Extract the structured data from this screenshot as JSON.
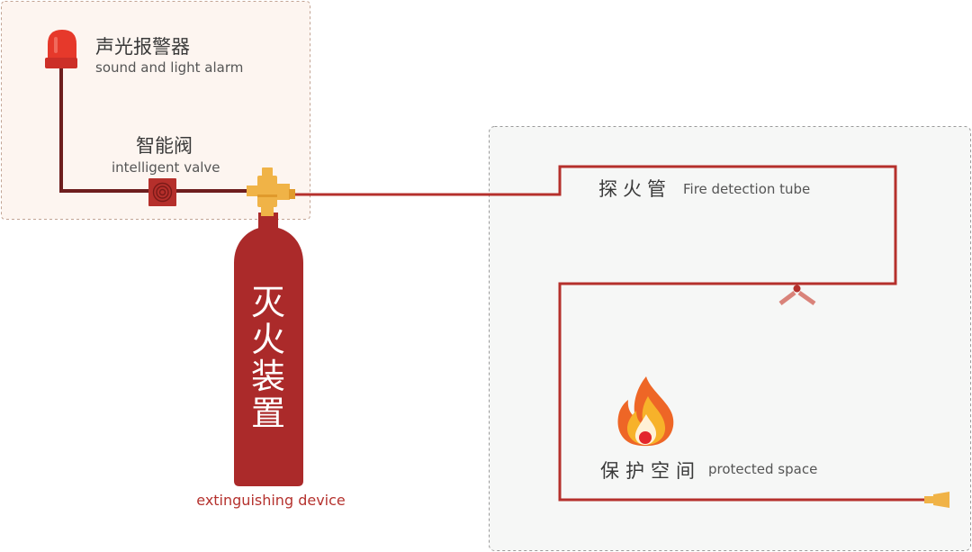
{
  "alarm": {
    "title": "声光报警器",
    "subtitle": "sound and light alarm",
    "icon": "alarm-light-icon"
  },
  "valve": {
    "title": "智能阀",
    "subtitle": "intelligent valve",
    "icon": "valve-icon"
  },
  "detection_tube": {
    "title": "探火管",
    "subtitle": "Fire detection tube",
    "icon": "sprinkler-head-icon"
  },
  "protected_space": {
    "title": "保护空间",
    "subtitle": "protected space",
    "icon": "fire-icon"
  },
  "extinguisher": {
    "title": "灭火装置",
    "caption": "extinguishing device",
    "icon": "gas-cylinder-icon",
    "fitting_icon": "container-valve-fitting-icon",
    "nozzle_icon": "nozzle-icon"
  },
  "colors": {
    "tube": "#b5302c",
    "signal_line": "#6e1e1e",
    "cylinder": "#ab2a2a",
    "fitting": "#f0b347",
    "alarm_light": "#e6392b",
    "valve": "#b52f2b",
    "text": "#3a3a3a",
    "caption": "#b5322e",
    "zone_alarm_bg": "#fdf5f0",
    "zone_protected_bg": "#f6f7f6"
  }
}
